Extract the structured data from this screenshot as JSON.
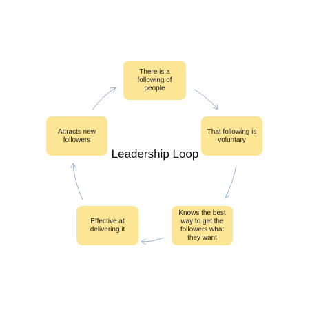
{
  "diagram": {
    "title": "Leadership Loop",
    "nodes": [
      {
        "label": "There is a following of people"
      },
      {
        "label": "That following is voluntary"
      },
      {
        "label": "Knows the best way to get the followers what they want"
      },
      {
        "label": "Effective at delivering it"
      },
      {
        "label": "Attracts new followers"
      }
    ],
    "colors": {
      "node_fill": "#fde596",
      "arrow": "#9fb6d4",
      "text": "#1a1a1a"
    }
  }
}
